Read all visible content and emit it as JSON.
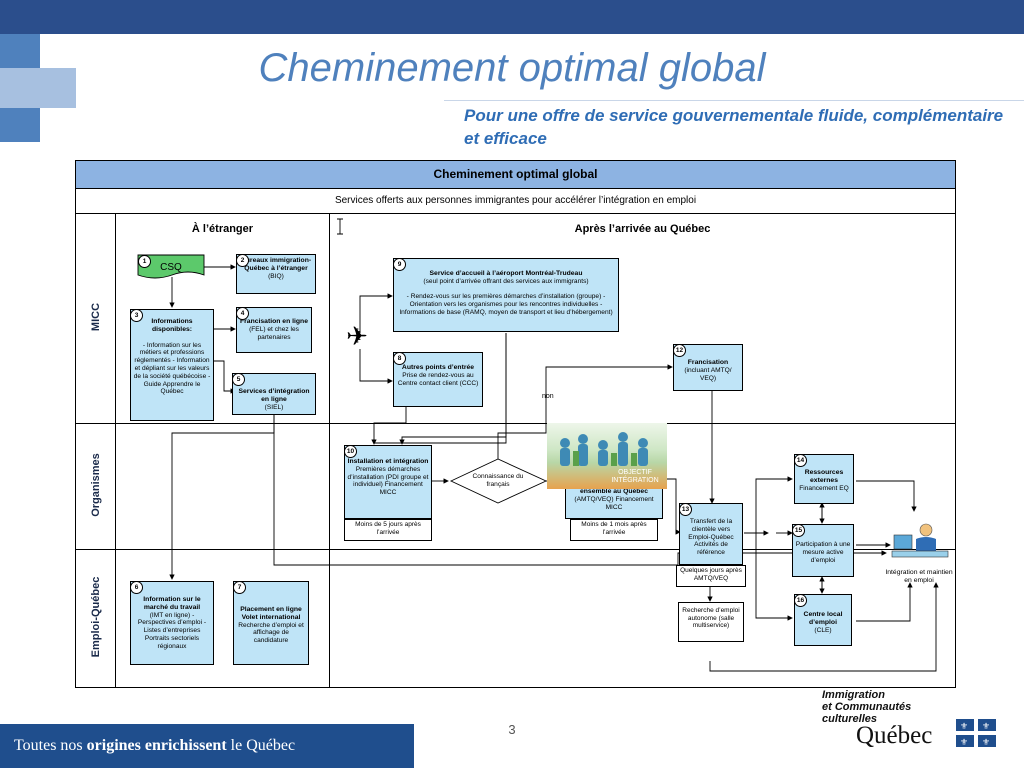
{
  "slide": {
    "title": "Cheminement optimal global",
    "subtitle": "Pour une offre de service gouvernementale fluide, complémentaire et efficace",
    "page_number": "3",
    "footer": {
      "part1": "Toutes nos ",
      "part2": "origines enrichissent",
      "part3": " le Québec"
    },
    "logo": {
      "line1": "Immigration",
      "line2": "et Communautés",
      "line3": "culturelles",
      "wordmark": "Québec"
    }
  },
  "diagram": {
    "title": "Cheminement optimal global",
    "subheader": "Services offerts aux personnes immigrantes pour accélérer l’intégration en emploi",
    "col_abroad": "À l’étranger",
    "col_after": "Après l’arrivée au Québec",
    "row_labels": [
      "MICC",
      "Organismes",
      "Emploi-Québec"
    ],
    "nodes": {
      "n1": {
        "num": "1",
        "label": "CSQ"
      },
      "n2": {
        "num": "2",
        "title": "Bureaux immigration-Québec à l’étranger",
        "text": "(BIQ)"
      },
      "n3": {
        "num": "3",
        "title": "Informations disponibles:",
        "text": "- Information sur les métiers et professions réglementés - Information et dépliant sur les valeurs de la société québécoise - Guide Apprendre le Québec"
      },
      "n4": {
        "num": "4",
        "title": "Francisation en ligne",
        "text": "(FEL) et chez les partenaires"
      },
      "n5": {
        "num": "5",
        "title": "Services d’intégration en ligne",
        "text": "(SIEL)"
      },
      "n6": {
        "num": "6",
        "title": "Information sur le marché du travail",
        "text": "(IMT en ligne) - Perspectives d’emploi - Listes d’entreprises Portraits sectoriels régionaux"
      },
      "n7": {
        "num": "7",
        "title": "Placement en ligne Volet international",
        "text": "Recherche d’emploi et affichage de candidature"
      },
      "n8": {
        "num": "8",
        "title": "Autres points d’entrée",
        "text": "Prise de rendez-vous au Centre contact client (CCC)"
      },
      "n9": {
        "num": "9",
        "title": "Service d’accueil à l’aéroport Montréal-Trudeau",
        "text": "(seul point d’arrivée offrant des services aux immigrants)",
        "bullets": "- Rendez-vous sur les premières démarches d’installation (groupe) - Orientation vers les organismes pour les rencontres individuelles - Informations de base (RAMQ, moyen de transport et lieu d’hébergement)"
      },
      "n10": {
        "num": "10",
        "title": "Installation et intégration",
        "text": "Premières démarches d’installation (PDI groupe et individuel) Financement MICC",
        "note": "Moins de 5 jours après l’arrivée"
      },
      "n11": {
        "title": "ensemble au Québec",
        "text": "(AMTQ/VEQ) Financement MICC",
        "note": "Moins de 1 mois après l’arrivée"
      },
      "n12": {
        "num": "12",
        "title": "Francisation",
        "text": "(incluant AMTQ/ VEQ)"
      },
      "n13": {
        "num": "13",
        "text": "Transfert de la clientèle vers Emploi-Québec Activités de référence",
        "note": "Quelques jours après AMTQ/VEQ"
      },
      "n14": {
        "num": "14",
        "title": "Ressources externes",
        "text": "Financement EQ"
      },
      "n15": {
        "num": "15",
        "text": "Participation à une mesure active d’emploi"
      },
      "n16": {
        "num": "16",
        "title": "Centre local d’emploi",
        "text": "(CLE)"
      },
      "search": {
        "text": "Recherche d’emploi autonome (salle multiservice)"
      },
      "decision": {
        "text": "Connaissance du français"
      },
      "non_label": "non",
      "final": {
        "text": "Intégration et maintien en emploi"
      },
      "photo_caption": {
        "line1": "OBJECTIF",
        "line2": "INTÉGRATION"
      }
    }
  },
  "colors": {
    "banner": "#2b4e8c",
    "title": "#4f81bd",
    "box_fill": "#bfe4f7",
    "header_fill": "#8db3e2",
    "csq_fill": "#5cc96b",
    "footer": "#1f4e8d"
  }
}
